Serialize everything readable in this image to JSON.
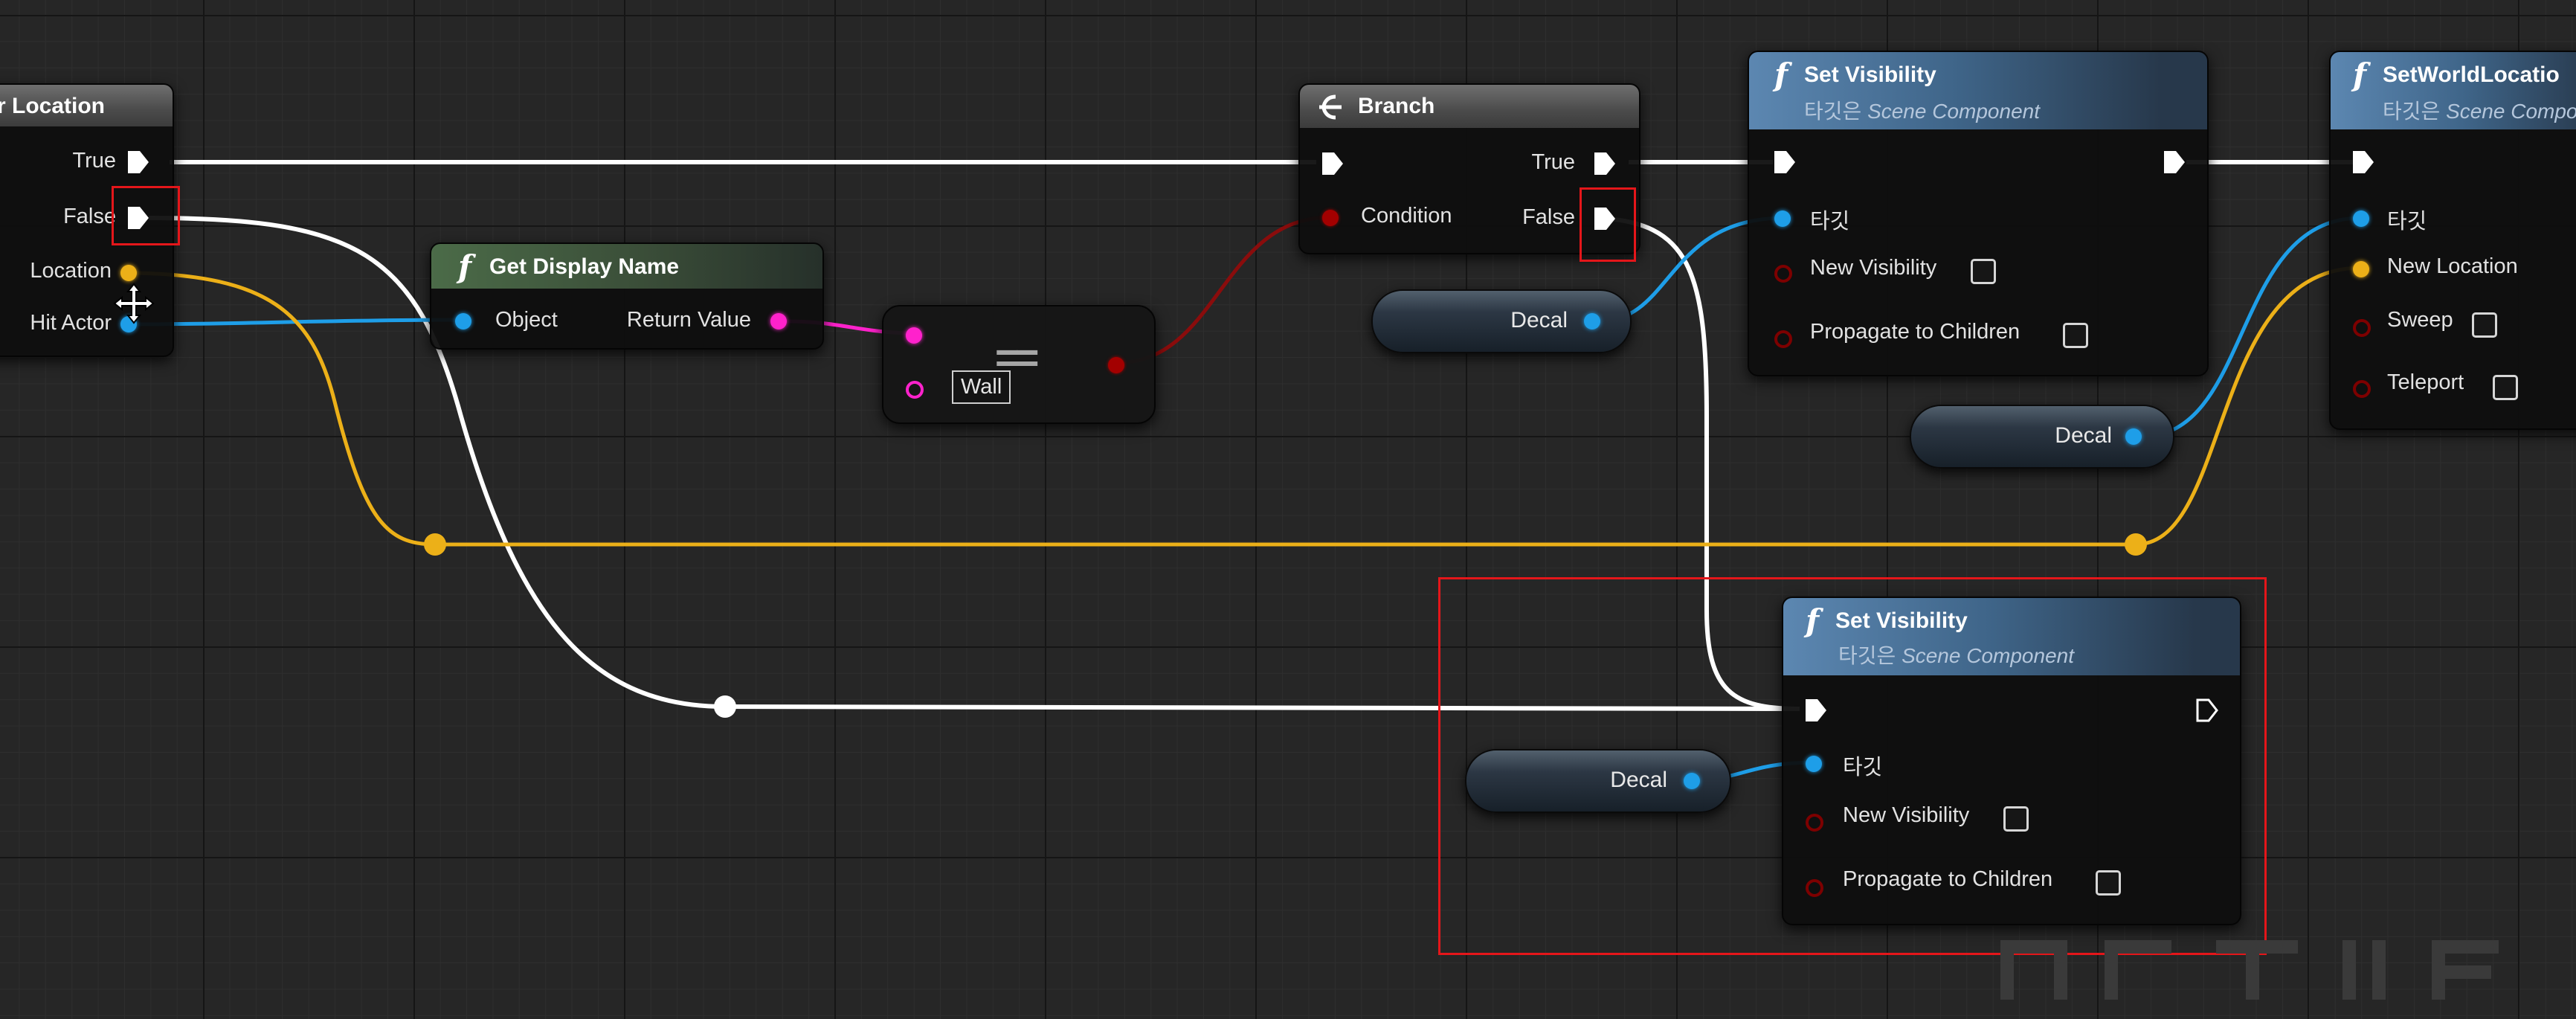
{
  "colors": {
    "exec_wire": "#ffffff",
    "object_wire": "#1e9ee8",
    "vector_wire": "#ecb018",
    "string_wire": "#ff22cc",
    "bool_wire": "#a30000",
    "highlight": "#e4161a"
  },
  "trace_node": {
    "title_fragment": "r Location",
    "pins": {
      "true_label": "True",
      "false_label": "False",
      "location_label": "Location",
      "hit_actor_label": "Hit Actor"
    }
  },
  "get_display_name": {
    "icon": "function-icon",
    "title": "Get Display Name",
    "object_label": "Object",
    "return_label": "Return Value"
  },
  "equals_node": {
    "operator": "==",
    "input_value": "Wall"
  },
  "branch": {
    "icon": "branch-icon",
    "title": "Branch",
    "condition_label": "Condition",
    "true_label": "True",
    "false_label": "False"
  },
  "set_visibility_1": {
    "icon": "function-icon",
    "title": "Set Visibility",
    "subtitle_prefix": "타깃은",
    "subtitle_class": "Scene Component",
    "target_label": "타깃",
    "new_visibility_label": "New Visibility",
    "propagate_label": "Propagate to Children"
  },
  "set_world_location": {
    "icon": "function-icon",
    "title": "SetWorldLocatio",
    "subtitle_prefix": "타깃은",
    "subtitle_class": "Scene Componen",
    "target_label": "타깃",
    "new_location_label": "New Location",
    "sweep_label": "Sweep",
    "teleport_label": "Teleport"
  },
  "set_visibility_2": {
    "icon": "function-icon",
    "title": "Set Visibility",
    "subtitle_prefix": "타깃은",
    "subtitle_class": "Scene Component",
    "target_label": "타깃",
    "new_visibility_label": "New Visibility",
    "propagate_label": "Propagate to Children"
  },
  "decal_nodes": {
    "decal_1": "Decal",
    "decal_2": "Decal",
    "decal_3": "Decal"
  }
}
